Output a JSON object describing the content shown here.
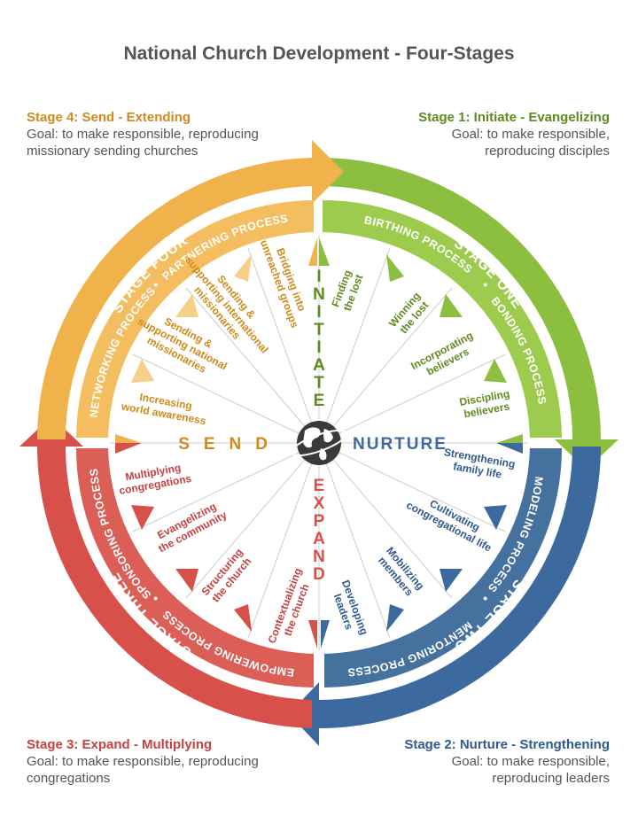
{
  "title": "National Church Development - Four-Stages",
  "colors": {
    "stage1": "#8CBF3F",
    "stage1_light": "#B5D86A",
    "stage1_text": "#5E8A1E",
    "stage2": "#3C6A9E",
    "stage2_light": "#5A84B3",
    "stage2_text": "#2F5A8E",
    "stage3": "#D8504A",
    "stage3_light": "#E07570",
    "stage3_text": "#C84040",
    "stage4": "#F0B24A",
    "stage4_light": "#F6CF88",
    "stage4_text": "#D08A1A"
  },
  "stages": {
    "s4": {
      "head": "Stage 4: Send - Extending",
      "goal": "Goal: to make responsible, reproducing missionary sending churches"
    },
    "s1": {
      "head": "Stage 1: Initiate - Evangelizing",
      "goal": "Goal: to make responsible, reproducing disciples"
    },
    "s3": {
      "head": "Stage 3: Expand - Multiplying",
      "goal": "Goal: to make responsible, reproducing congregations"
    },
    "s2": {
      "head": "Stage 2: Nurture - Strengthening",
      "goal": "Goal: to make responsible, reproducing leaders"
    }
  },
  "outer_ring": {
    "stage_one": "STAGE ONE",
    "stage_two": "STAGE TWO",
    "stage_three": "STAGE THREE",
    "stage_four": "STAGE FOUR"
  },
  "process_ring": {
    "birthing": "BIRTHING PROCESS",
    "bonding": "BONDING PROCESS",
    "modeling": "MODELING PROCESS",
    "mentoring": "MENTORING PROCESS",
    "empowering": "EMPOWERING PROCESS",
    "sponsoring": "SPONSORING PROCESS",
    "networking": "NETWORKING PROCESS",
    "partnering": "PARTNERING PROCESS",
    "dot": "•"
  },
  "center_words": {
    "initiate": "INITIATE",
    "nurture": "NURTURE",
    "expand": "EXPAND",
    "send": "SEND"
  },
  "spokes": {
    "initiate": [
      [
        "Finding",
        "the lost"
      ],
      [
        "Winning",
        "the lost"
      ],
      [
        "Incorporating",
        "believers"
      ],
      [
        "Discipling",
        "believers"
      ]
    ],
    "nurture": [
      [
        "Strengthening",
        "family life"
      ],
      [
        "Cultivating",
        "congregational life"
      ],
      [
        "Mobilizing",
        "members"
      ],
      [
        "Developing",
        "leaders"
      ]
    ],
    "expand": [
      [
        "Contextualizing",
        "the church"
      ],
      [
        "Structuring",
        "the church"
      ],
      [
        "Evangelizing",
        "the community"
      ],
      [
        "Multiplying",
        "congregations"
      ]
    ],
    "send": [
      [
        "Increasing",
        "world awareness"
      ],
      [
        "Sending &",
        "supporting national",
        "missionaries"
      ],
      [
        "Sending &",
        "supporting international",
        "missionaries"
      ],
      [
        "Bridging into",
        "unreached groups"
      ]
    ]
  }
}
